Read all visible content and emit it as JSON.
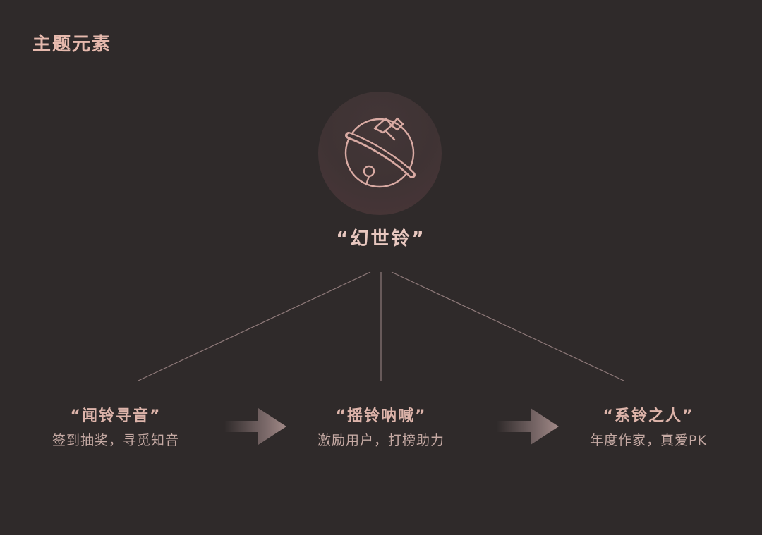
{
  "heading": "主题元素",
  "root": {
    "icon": "bell-icon",
    "title": "“幻世铃”"
  },
  "nodes": [
    {
      "title": "“闻铃寻音”",
      "desc": "签到抽奖，寻觅知音"
    },
    {
      "title": "“摇铃呐喊”",
      "desc": "激励用户，打榜助力"
    },
    {
      "title": "“系铃之人”",
      "desc": "年度作家，真爱PK"
    }
  ],
  "colors": {
    "background": "#2f2a2a",
    "accent": "#e6b9ad",
    "line": "#8f7a7a",
    "circle": "#3f3334"
  }
}
